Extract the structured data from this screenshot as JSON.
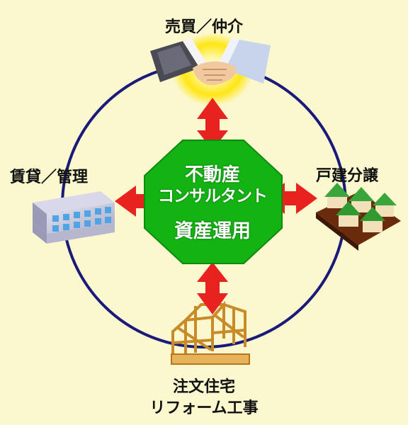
{
  "labels": {
    "top": "売買／仲介",
    "left": "賃貸／管理",
    "right": "戸建分譲",
    "bottom_line1": "注文住宅",
    "bottom_line2": "リフォーム工事"
  },
  "center": {
    "line1": "不動産",
    "line2": "コンサルタント",
    "line3": "資産運用"
  },
  "icons": {
    "top": "handshake-icon",
    "left": "apartment-building-icon",
    "right": "houses-icon",
    "bottom": "wooden-house-frame-icon"
  },
  "colors": {
    "background": "#fbf8cf",
    "circle": "#1a1a7a",
    "center_octagon": "#13b313",
    "arrows": "#e8231f",
    "text": "#111111"
  }
}
